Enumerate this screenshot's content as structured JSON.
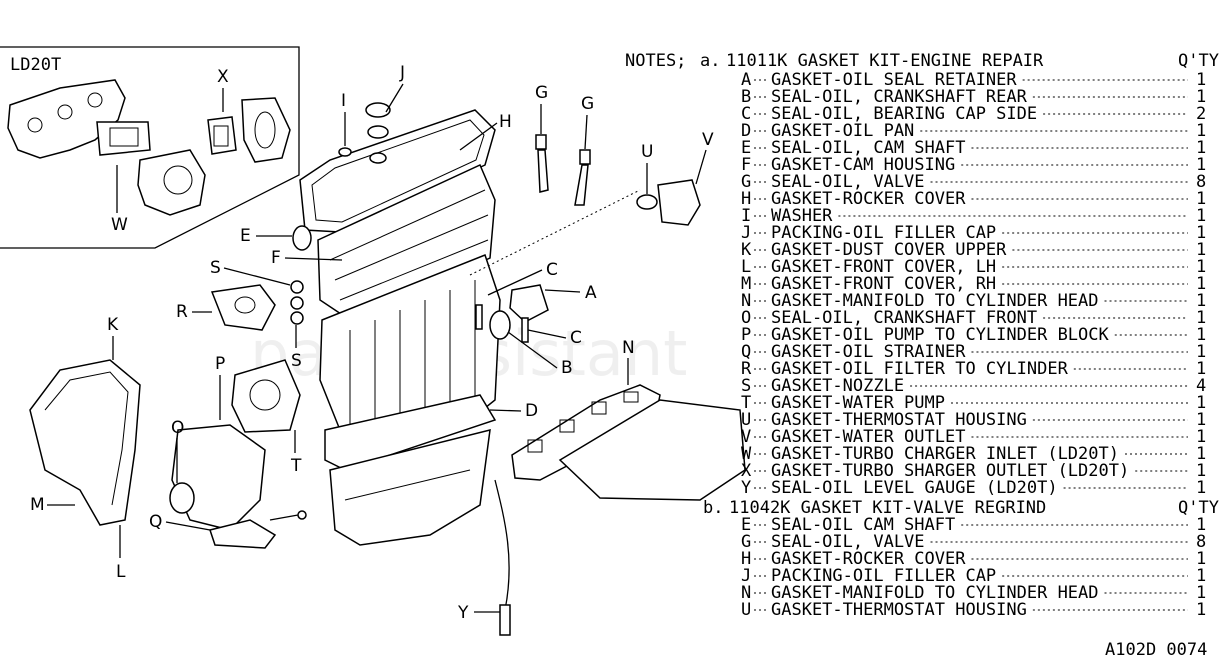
{
  "inset_title": "LD20T",
  "header": {
    "notes_label": "NOTES;",
    "qty_heading": "Q'TY"
  },
  "kit_a": {
    "marker": "a.",
    "title": "11011K GASKET KIT-ENGINE REPAIR",
    "items": [
      {
        "code": "A",
        "desc": "GASKET-OIL SEAL RETAINER",
        "qty": "1"
      },
      {
        "code": "B",
        "desc": "SEAL-OIL, CRANKSHAFT REAR",
        "qty": "1"
      },
      {
        "code": "C",
        "desc": "SEAL-OIL, BEARING CAP SIDE",
        "qty": "2"
      },
      {
        "code": "D",
        "desc": "GASKET-OIL PAN",
        "qty": "1"
      },
      {
        "code": "E",
        "desc": "SEAL-OIL, CAM SHAFT",
        "qty": "1"
      },
      {
        "code": "F",
        "desc": "GASKET-CAM HOUSING",
        "qty": "1"
      },
      {
        "code": "G",
        "desc": "SEAL-OIL, VALVE",
        "qty": "8"
      },
      {
        "code": "H",
        "desc": "GASKET-ROCKER COVER",
        "qty": "1"
      },
      {
        "code": "I",
        "desc": "WASHER",
        "qty": "1"
      },
      {
        "code": "J",
        "desc": "PACKING-OIL FILLER CAP",
        "qty": "1"
      },
      {
        "code": "K",
        "desc": "GASKET-DUST COVER UPPER",
        "qty": "1"
      },
      {
        "code": "L",
        "desc": "GASKET-FRONT COVER, LH",
        "qty": "1"
      },
      {
        "code": "M",
        "desc": "GASKET-FRONT COVER, RH",
        "qty": "1"
      },
      {
        "code": "N",
        "desc": "GASKET-MANIFOLD TO CYLINDER HEAD",
        "qty": "1"
      },
      {
        "code": "O",
        "desc": "SEAL-OIL, CRANKSHAFT FRONT",
        "qty": "1"
      },
      {
        "code": "P",
        "desc": "GASKET-OIL PUMP TO CYLINDER BLOCK",
        "qty": "1"
      },
      {
        "code": "Q",
        "desc": "GASKET-OIL STRAINER",
        "qty": "1"
      },
      {
        "code": "R",
        "desc": "GASKET-OIL FILTER TO CYLINDER",
        "qty": "1"
      },
      {
        "code": "S",
        "desc": "GASKET-NOZZLE",
        "qty": "4"
      },
      {
        "code": "T",
        "desc": "GASKET-WATER PUMP",
        "qty": "1"
      },
      {
        "code": "U",
        "desc": "GASKET-THERMOSTAT HOUSING",
        "qty": "1"
      },
      {
        "code": "V",
        "desc": "GASKET-WATER OUTLET",
        "qty": "1"
      },
      {
        "code": "W",
        "desc": "GASKET-TURBO CHARGER INLET (LD20T)",
        "qty": "1"
      },
      {
        "code": "X",
        "desc": "GASKET-TURBO SHARGER OUTLET (LD20T)",
        "qty": "1"
      },
      {
        "code": "Y",
        "desc": "SEAL-OIL LEVEL GAUGE (LD20T)",
        "qty": "1"
      }
    ]
  },
  "kit_b": {
    "marker": "b.",
    "title": "11042K GASKET KIT-VALVE REGRIND",
    "qty_heading": "Q'TY",
    "items": [
      {
        "code": "E",
        "desc": "SEAL-OIL CAM SHAFT",
        "qty": "1"
      },
      {
        "code": "G",
        "desc": "SEAL-OIL, VALVE",
        "qty": "8"
      },
      {
        "code": "H",
        "desc": "GASKET-ROCKER COVER",
        "qty": "1"
      },
      {
        "code": "J",
        "desc": "PACKING-OIL FILLER CAP",
        "qty": "1"
      },
      {
        "code": "N",
        "desc": "GASKET-MANIFOLD TO CYLINDER HEAD",
        "qty": "1"
      },
      {
        "code": "U",
        "desc": "GASKET-THERMOSTAT HOUSING",
        "qty": "1"
      }
    ]
  },
  "figure_code": "A102D 0074",
  "watermark": "partsassistant"
}
